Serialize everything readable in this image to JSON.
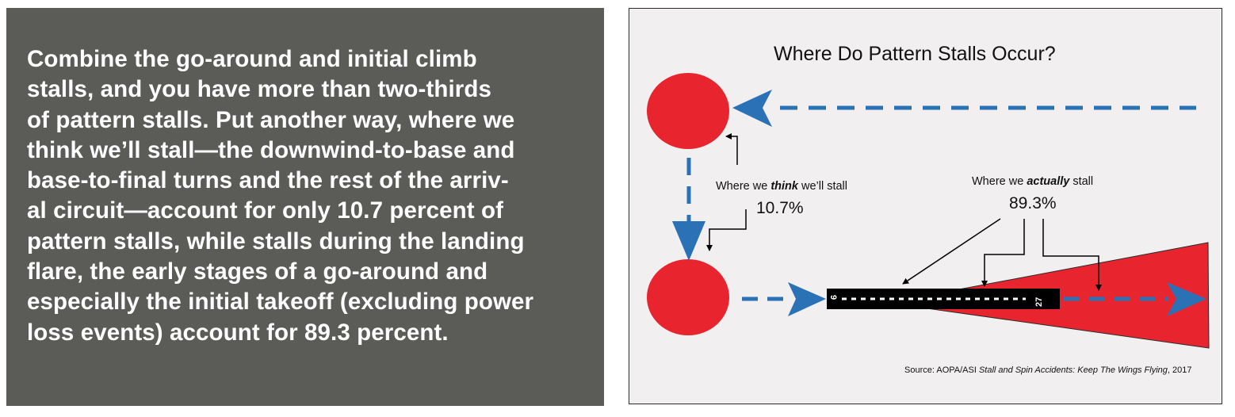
{
  "article": {
    "lines": [
      "Combine the go-around and initial climb",
      "stalls, and you have more than two-thirds",
      "of pattern stalls. Put another way, where we",
      "think we’ll stall—the downwind-to-base and",
      "base-to-final turns and the rest of the arriv-",
      "al circuit—account for only 10.7 percent of",
      "pattern stalls, while stalls during the landing",
      "flare, the early stages of a go-around and",
      "especially the initial takeoff (excluding power",
      "loss events) account for 89.3 percent."
    ]
  },
  "diagram": {
    "title": "Where Do Pattern Stalls Occur?",
    "think": {
      "prefix": "Where we ",
      "emphasis": "think",
      "suffix": " we’ll stall",
      "value": "10.7%"
    },
    "actual": {
      "prefix": "Where we ",
      "emphasis": "actually",
      "suffix": " stall",
      "value": "89.3%"
    },
    "runway": {
      "left_number": "9",
      "right_number": "27"
    },
    "source": {
      "prefix": "Source: AOPA/ASI ",
      "italic": "Stall and Spin Accidents: Keep The Wings Flying",
      "suffix": ", 2017"
    },
    "colors": {
      "circle_red": "#e8252f",
      "arrow_blue": "#2a72b5",
      "runway_black": "#000000",
      "panel_gray": "#5b5b57"
    }
  }
}
